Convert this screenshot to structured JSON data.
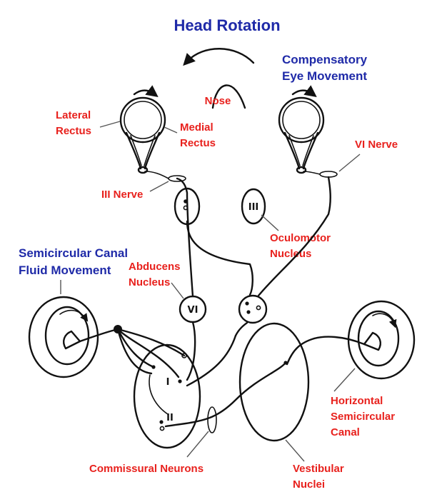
{
  "title": "Head Rotation",
  "labels": {
    "compensatory_line1": "Compensatory",
    "compensatory_line2": "Eye Movement",
    "nose": "Nose",
    "lateral_rectus_line1": "Lateral",
    "lateral_rectus_line2": "Rectus",
    "medial_rectus_line1": "Medial",
    "medial_rectus_line2": "Rectus",
    "vi_nerve": "VI Nerve",
    "iii_nerve": "III Nerve",
    "oculomotor_line1": "Oculomotor",
    "oculomotor_line2": "Nucleus",
    "canal_fluid_line1": "Semicircular Canal",
    "canal_fluid_line2": "Fluid Movement",
    "abducens_line1": "Abducens",
    "abducens_line2": "Nucleus",
    "horizontal_line1": "Horizontal",
    "horizontal_line2": "Semicircular",
    "horizontal_line3": "Canal",
    "commissural": "Commissural Neurons",
    "vestibular_line1": "Vestibular",
    "vestibular_line2": "Nuclei"
  },
  "roman": {
    "iii": "III",
    "vi": "VI",
    "i": "I",
    "ii": "II"
  },
  "colors": {
    "red": "#e8211d",
    "blue": "#1f2aa8",
    "line": "#111111"
  }
}
